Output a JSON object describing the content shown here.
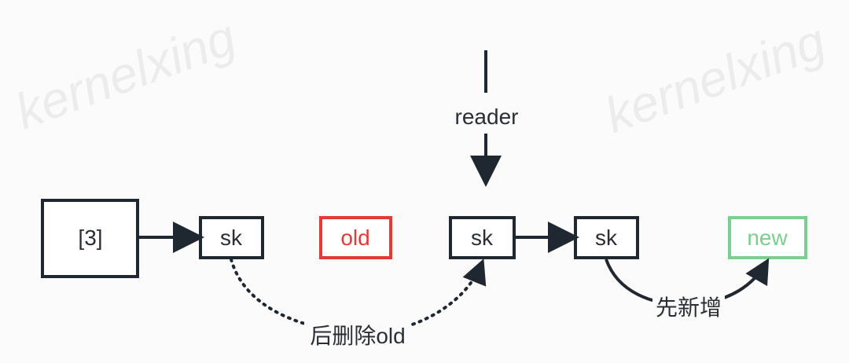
{
  "watermark": {
    "text": "kernelxing",
    "color": "#ececec"
  },
  "nodes": {
    "bucket": {
      "label": "[3]"
    },
    "sk_left": {
      "label": "sk"
    },
    "old": {
      "label": "old",
      "color": "#e53935"
    },
    "sk_mid": {
      "label": "sk"
    },
    "sk_right": {
      "label": "sk"
    },
    "new": {
      "label": "new",
      "color": "#7ccf8d"
    }
  },
  "reader": {
    "label": "reader"
  },
  "edges": {
    "delete_label": "后删除old",
    "add_label": "先新增"
  },
  "colors": {
    "stroke": "#1f2730",
    "text": "#2a2f36"
  }
}
